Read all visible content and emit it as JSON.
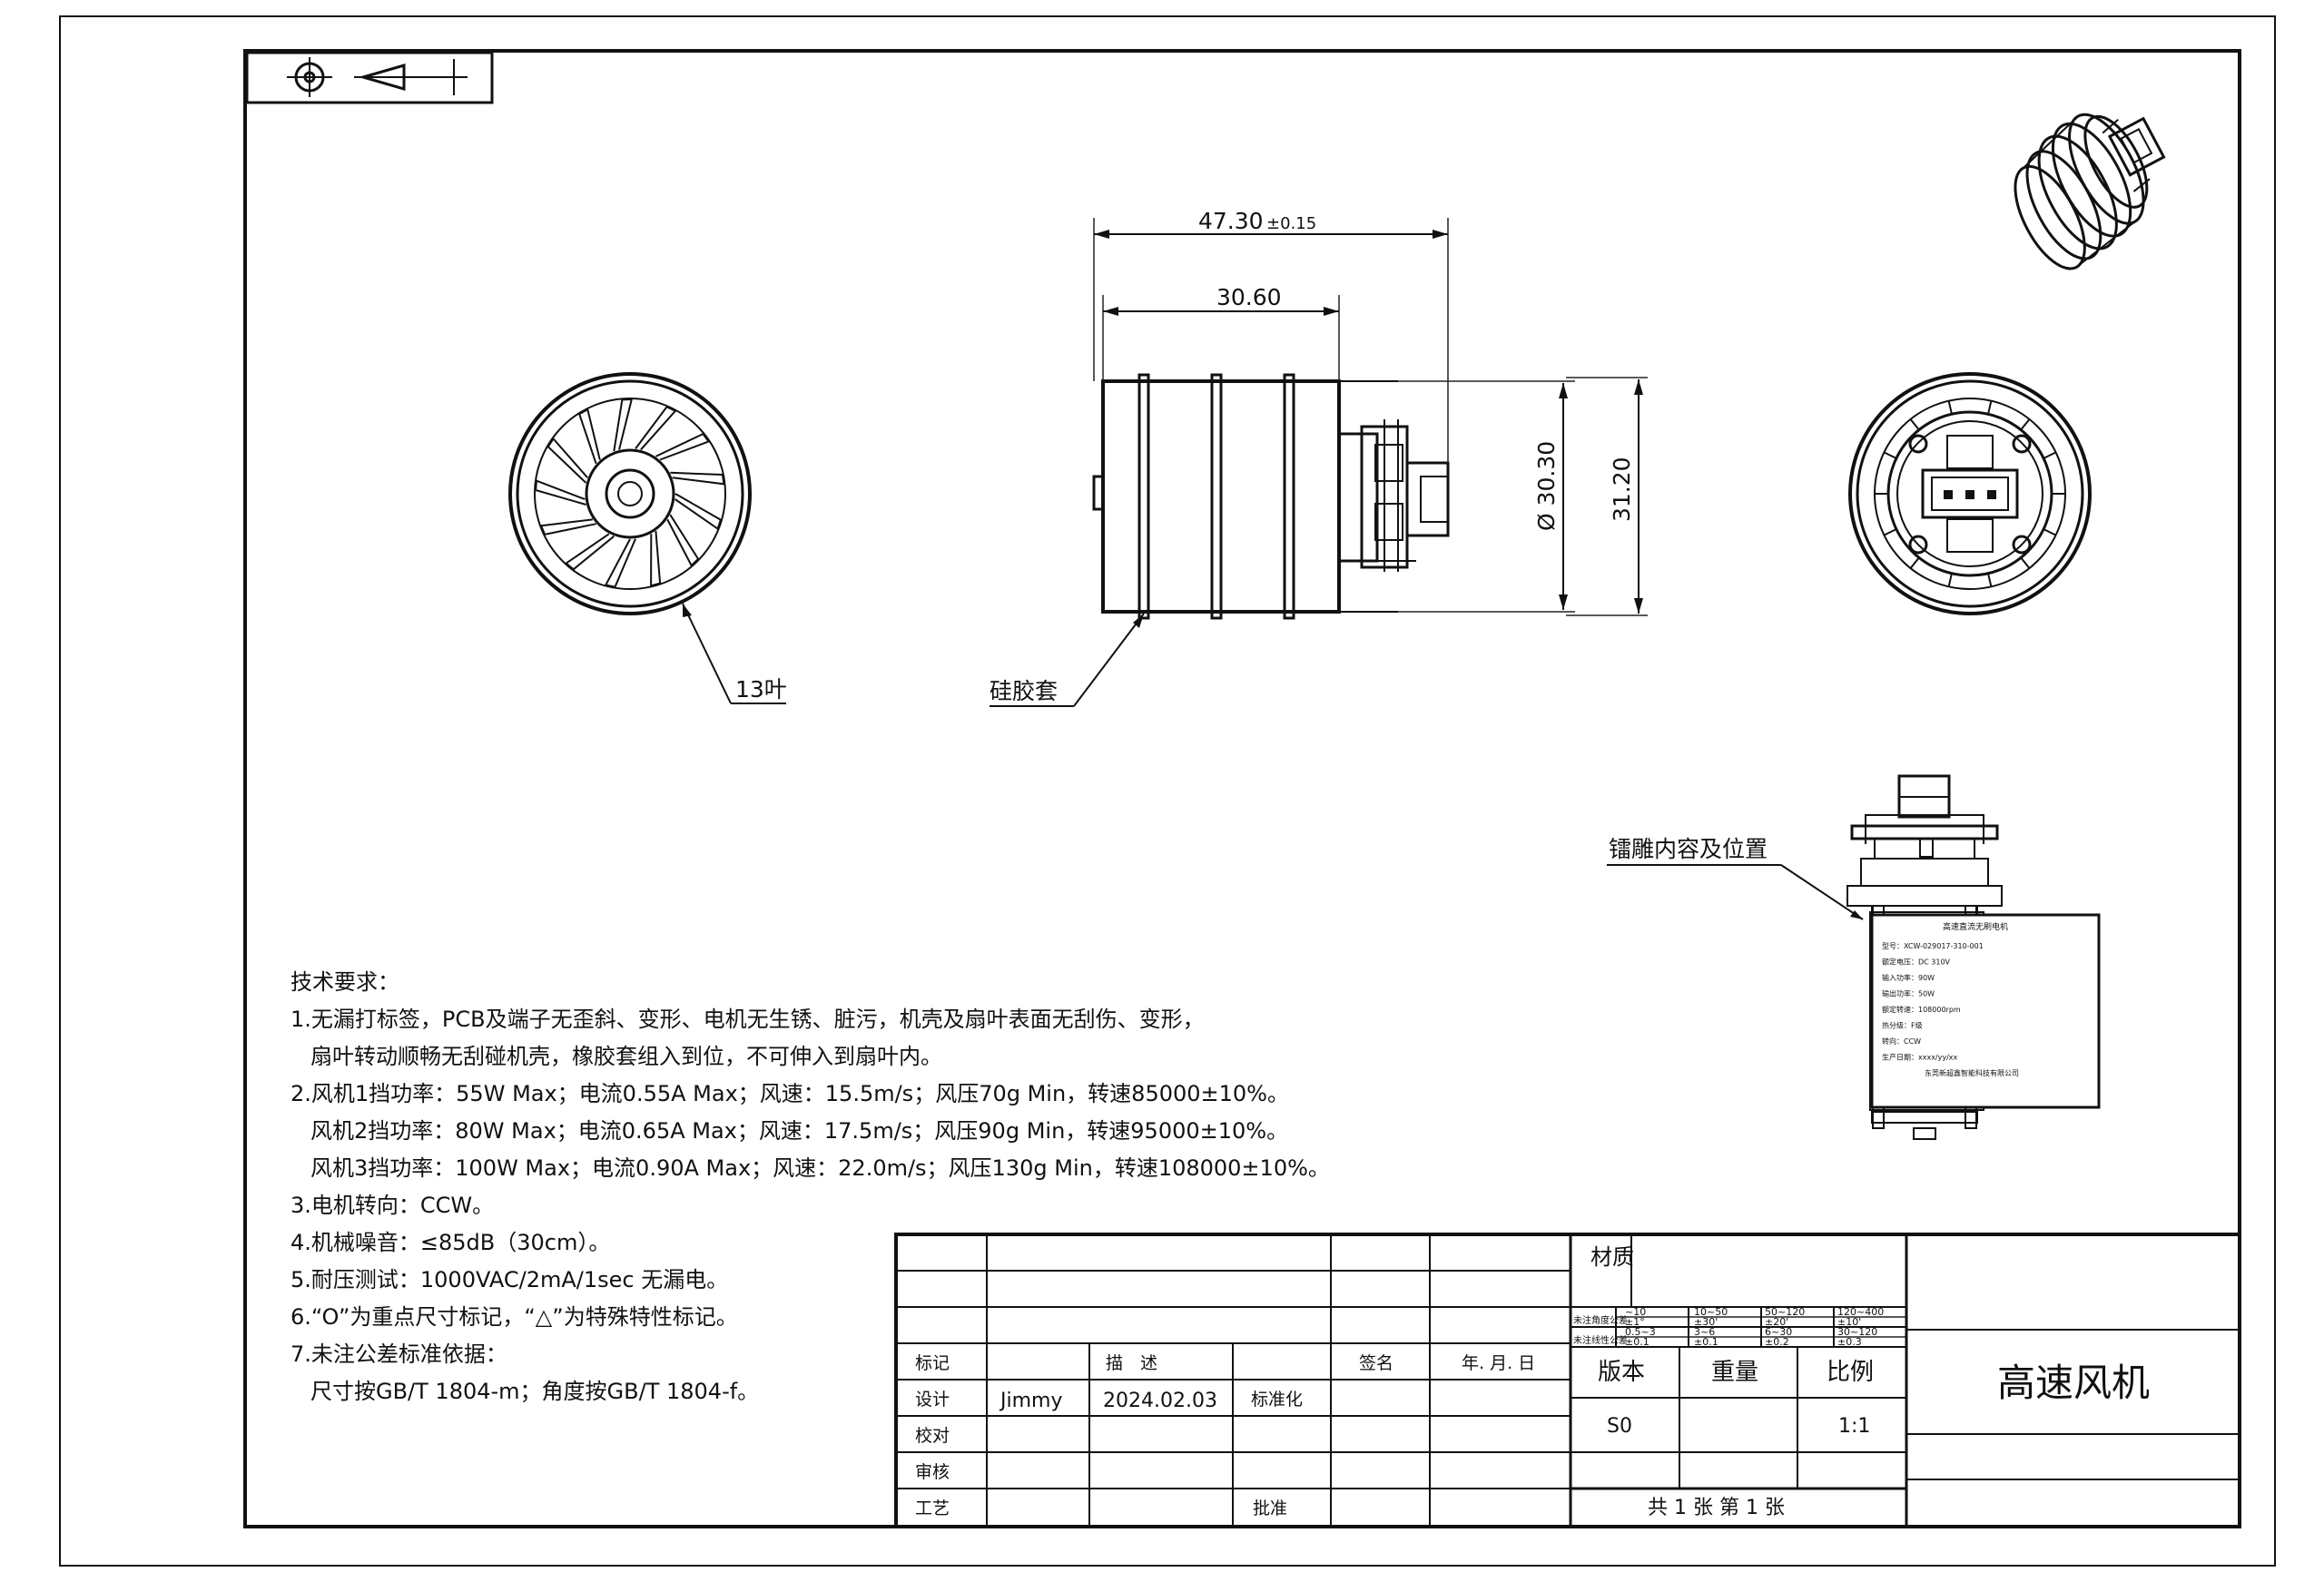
{
  "dimensions": {
    "overall_length": "47.30",
    "overall_length_tol": "±0.15",
    "body_length": "30.60",
    "diameter_small": "Ø 30.30",
    "diameter_large": "31.20"
  },
  "callouts": {
    "blades": "13叶",
    "sleeve": "硅胶套",
    "engraving": "镭雕内容及位置"
  },
  "nameplate": {
    "title": "高速直流无刷电机",
    "lines": [
      "型号：XCW-029017-310-001",
      "额定电压：DC 310V",
      "输入功率：90W",
      "输出功率：50W",
      "额定转速：108000rpm",
      "热分级：F级",
      "转向：CCW",
      "生产日期：xxxx/yy/xx",
      "东莞新超鑫智能科技有限公司"
    ]
  },
  "notes": {
    "heading": "技术要求：",
    "lines": [
      "1.无漏打标签，PCB及端子无歪斜、变形、电机无生锈、脏污，机壳及扇叶表面无刮伤、变形，",
      "扇叶转动顺畅无刮碰机壳，橡胶套组入到位，不可伸入到扇叶内。",
      "2.风机1挡功率：55W Max；电流0.55A Max；风速：15.5m/s；风压70g Min，转速85000±10%。",
      "风机2挡功率：80W Max；电流0.65A Max；风速：17.5m/s；风压90g Min，转速95000±10%。",
      "风机3挡功率：100W Max；电流0.90A Max；风速：22.0m/s；风压130g Min，转速108000±10%。",
      "3.电机转向：CCW。",
      "4.机械噪音：≤85dB（30cm）。",
      "5.耐压测试：1000VAC/2mA/1sec 无漏电。",
      "6.“O”为重点尺寸标记，“△”为特殊特性标记。",
      "7.未注公差标准依据：",
      "尺寸按GB/T 1804-m；角度按GB/T 1804-f。"
    ]
  },
  "title_block": {
    "mark": "标记",
    "description": "描　述",
    "signature": "签名",
    "date_label": "年. 月. 日",
    "design": "设计",
    "designer": "Jimmy",
    "design_date": "2024.02.03",
    "standardization": "标准化",
    "check": "校对",
    "review": "审核",
    "process": "工艺",
    "approve": "批准",
    "material": "材质",
    "angle_tol_label": "未注角度公差",
    "linear_tol_label": "未注线性公差",
    "angle_ranges": [
      "~10",
      "10~50",
      "50~120",
      "120~400"
    ],
    "angle_values": [
      "±1°",
      "±30'",
      "±20'",
      "±10'"
    ],
    "linear_ranges": [
      "0.5~3",
      "3~6",
      "6~30",
      "30~120"
    ],
    "linear_values": [
      "±0.1",
      "±0.1",
      "±0.2",
      "±0.3"
    ],
    "version_label": "版本",
    "weight_label": "重量",
    "scale_label": "比例",
    "version": "S0",
    "scale": "1:1",
    "sheets": "共 1 张 第 1 张",
    "part_name": "高速风机"
  }
}
